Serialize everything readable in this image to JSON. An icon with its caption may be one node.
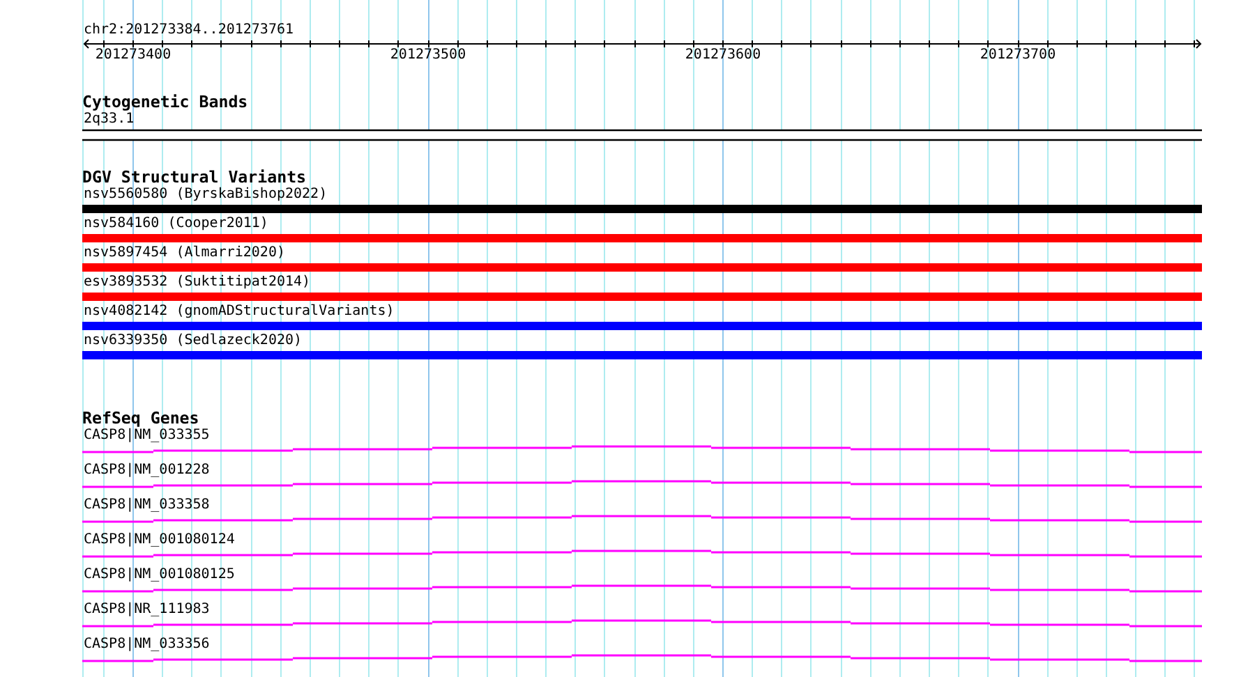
{
  "diagram": {
    "labels": [
      "chr2:201273384..201273761",
      "201273400",
      "201273500",
      "201273600",
      "201273700",
      "Cytogenetic Bands",
      "2q33.1",
      "DGV Structural Variants",
      "nsv5560580 (ByrskaBishop2022)",
      "nsv584160 (Cooper2011)",
      "nsv5897454 (Almarri2020)",
      "esv3893532 (Suktitipat2014)",
      "nsv4082142 (gnomADStructuralVariants)",
      "nsv6339350 (Sedlazeck2020)",
      "RefSeq Genes",
      "CASP8|NM_033355",
      "CASP8|NM_001228",
      "CASP8|NM_033358",
      "CASP8|NM_001080124",
      "CASP8|NM_001080125",
      "CASP8|NR_111983",
      "CASP8|NM_033356"
    ]
  }
}
